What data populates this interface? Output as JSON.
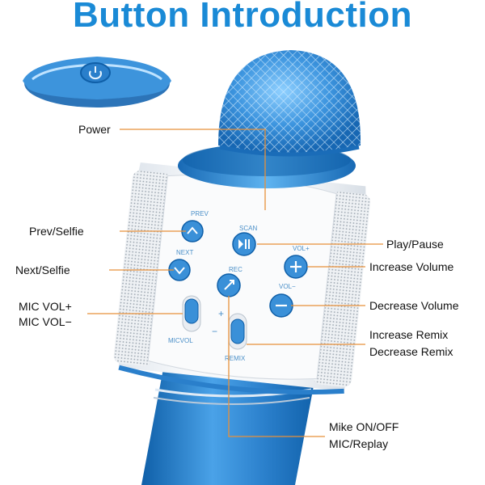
{
  "title": "Button Introduction",
  "labels": {
    "power": "Power",
    "prev_selfie": "Prev/Selfie",
    "next_selfie": "Next/Selfie",
    "mic_vol_plus": "MIC VOL+",
    "mic_vol_minus": "MIC VOL−",
    "play_pause": "Play/Pause",
    "increase_volume": "Increase Volume",
    "decrease_volume": "Decrease Volume",
    "increase_remix": "Increase Remix",
    "decrease_remix": "Decrease Remix",
    "mike_on_off": "Mike ON/OFF",
    "mic_replay": "MIC/Replay"
  },
  "button_text": {
    "prev": "PREV",
    "next": "NEXT",
    "scan": "SCAN",
    "vol_plus": "VOL+",
    "vol_minus": "VOL−",
    "rec": "REC",
    "micvol": "MICVOL",
    "remix": "REMIX",
    "plus": "+",
    "minus": "−"
  },
  "colors": {
    "accent": "#1a8ad6",
    "mic_blue": "#2f86d0",
    "dark_blue": "#0f5fa8",
    "line_orange": "#e8913a",
    "panel": "#f2f4f7"
  },
  "icons": [
    "power-icon",
    "prev-icon",
    "next-icon",
    "play-pause-icon",
    "plus-icon",
    "minus-icon",
    "record-icon"
  ]
}
